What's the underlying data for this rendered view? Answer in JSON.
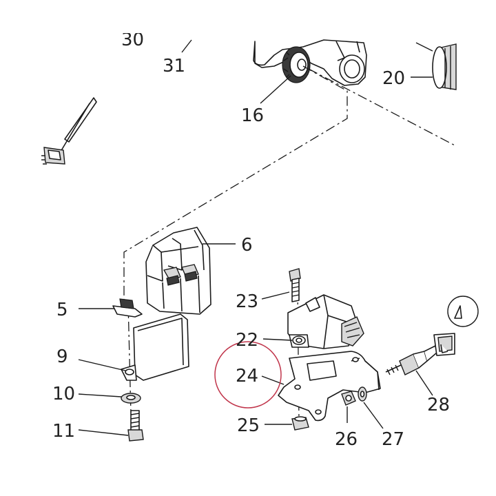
{
  "callouts": {
    "c30": "30",
    "c31": "31",
    "c16": "16",
    "c20": "20",
    "c6": "6",
    "c5": "5",
    "c9": "9",
    "c10": "10",
    "c11": "11",
    "c23": "23",
    "c22": "22",
    "c24": "24",
    "c25": "25",
    "c26": "26",
    "c27": "27",
    "c28": "28"
  },
  "highlight_color": "#c0344a"
}
